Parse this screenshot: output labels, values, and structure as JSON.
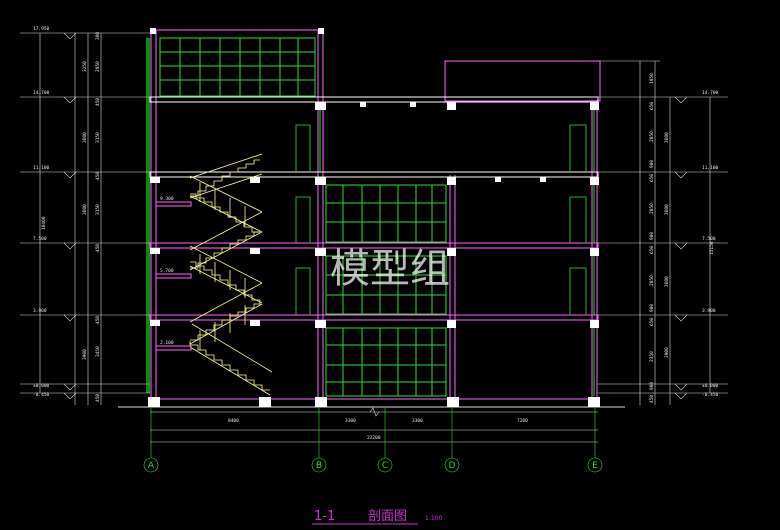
{
  "drawing": {
    "title_number": "1-1",
    "title_name": "剖面图",
    "scale": "1:100",
    "watermark": "模型组"
  },
  "axes": {
    "labels": [
      "A",
      "B",
      "C",
      "D",
      "E"
    ],
    "spans": [
      "8400",
      "3300",
      "3300",
      "7200"
    ],
    "total": "22200"
  },
  "left_dims": {
    "levels": [
      "17.950",
      "14.700",
      "11.100",
      "7.500",
      "3.900",
      "±0.000",
      "-0.450"
    ],
    "segments": [
      "3250",
      "3600",
      "3600",
      "3900"
    ],
    "details": [
      "300",
      "2950",
      "450",
      "3150",
      "450",
      "3150",
      "450",
      "3450",
      "450",
      "450"
    ],
    "total": "18400"
  },
  "right_dims": {
    "levels": [
      "14.700",
      "11.100",
      "7.500",
      "3.900",
      "±0.000",
      "-0.450"
    ],
    "segments": [
      "3600",
      "3600",
      "3600",
      "3900"
    ],
    "details": [
      "1950",
      "650",
      "2050",
      "900",
      "650",
      "2050",
      "900",
      "650",
      "2050",
      "900",
      "650",
      "2350",
      "900",
      "450"
    ],
    "total": "15150"
  },
  "stair_levels": [
    "9.300",
    "5.700",
    "2.100"
  ],
  "colors": {
    "background": "#000000",
    "wall": "#ff66ff",
    "slab": "#ffffff",
    "glazing": "#33dd33",
    "stair": "#ffff99",
    "dimension": "#dddddd",
    "title": "#cc33cc"
  }
}
